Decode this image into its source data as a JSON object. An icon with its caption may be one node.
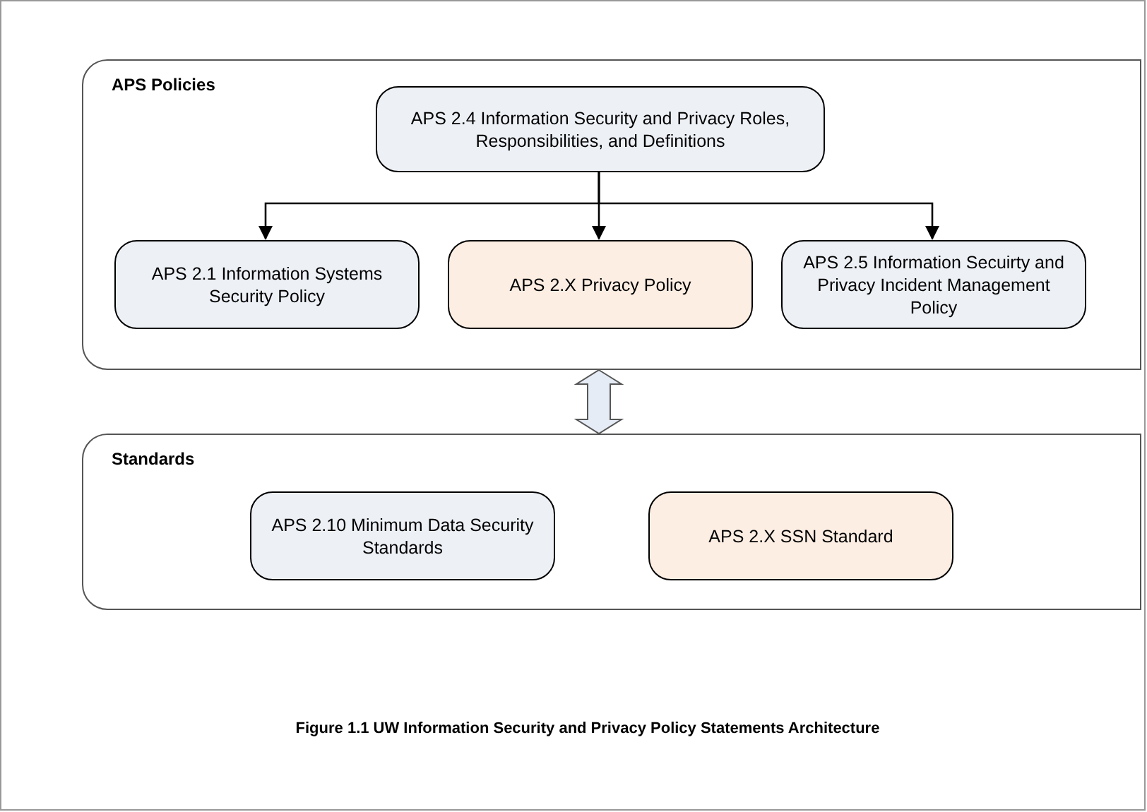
{
  "diagram": {
    "caption": "Figure 1.1  UW Information Security and Privacy Policy Statements Architecture",
    "nodes": [
      {
        "text": [
          "APS Policies"
        ]
      },
      {
        "text": [
          "APS 2.4 Information Security and Privacy Roles, Responsibilities, and Definitions"
        ],
        "in": 0
      },
      {
        "text": [
          "APS 2.1 Information Systems Security Policy"
        ],
        "in": 0
      },
      {
        "text": [
          "APS 2.X Privacy Policy"
        ],
        "in": 0
      },
      {
        "text": [
          "APS 2.5 Information Secuirty and Privacy Incident Management Policy"
        ],
        "in": 0
      },
      {
        "text": [
          "Standards"
        ]
      },
      {
        "text": [
          "APS 2.10 Minimum Data Security Standards"
        ],
        "in": 5
      },
      {
        "text": [
          "APS 2.X SSN Standard"
        ],
        "in": 5
      }
    ],
    "edges": [
      {
        "from": 1,
        "to": 2,
        "arrow": "to"
      },
      {
        "from": 1,
        "to": 3,
        "arrow": "to"
      },
      {
        "from": 1,
        "to": 4,
        "arrow": "to"
      },
      {
        "from": 0,
        "to": 5,
        "arrow": "both",
        "style": "thick"
      }
    ]
  }
}
